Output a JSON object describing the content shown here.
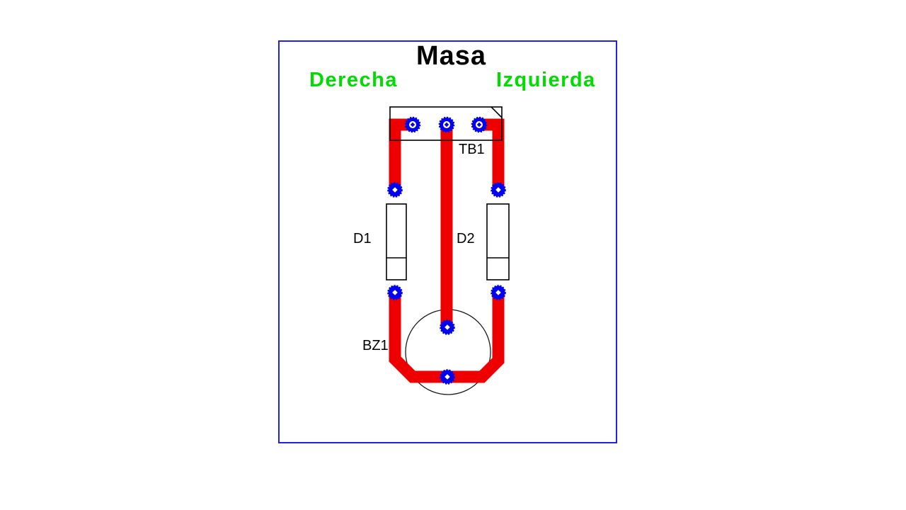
{
  "title": "Masa",
  "legend": {
    "left": "Derecha",
    "right": "Izquierda"
  },
  "components": {
    "tb1": {
      "ref": "TB1"
    },
    "d1": {
      "ref": "D1"
    },
    "d2": {
      "ref": "D2"
    },
    "bz1": {
      "ref": "BZ1"
    }
  },
  "colors": {
    "board_border": "#2222E6",
    "trace": "#EE0000",
    "pad": "#0000EE",
    "legend_green": "#00DC00",
    "outline_black": "#000000"
  }
}
